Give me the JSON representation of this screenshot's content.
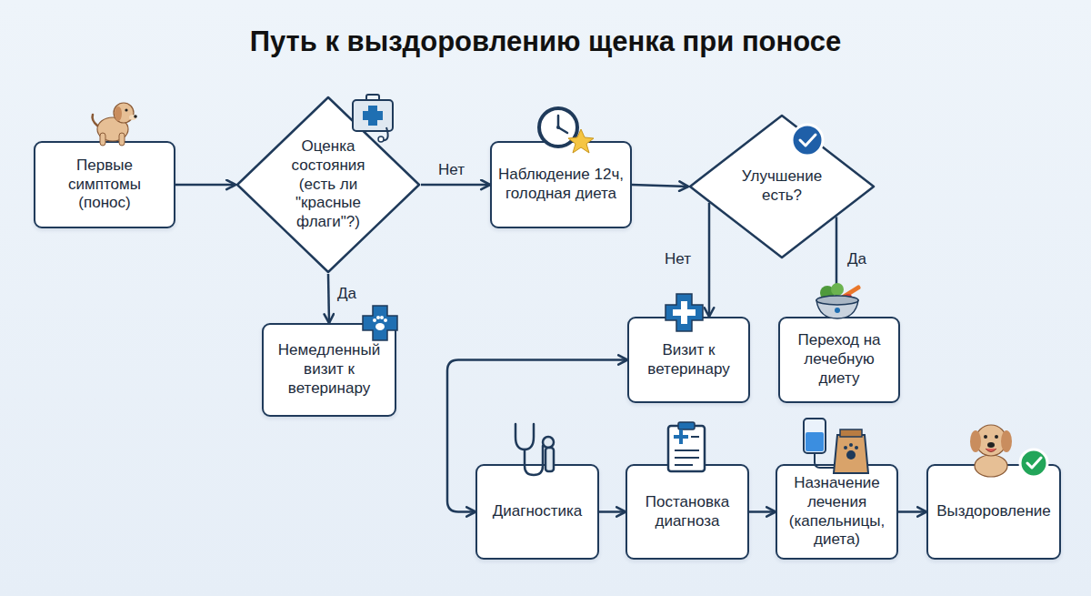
{
  "diagram": {
    "title": "Путь к выздоровлению щенка при поносе",
    "nodes": [
      {
        "text": [
          "Первые симптомы (понос)"
        ]
      },
      {
        "text": [
          "Оценка состояния (есть ли \"красные флаги\"?)"
        ]
      },
      {
        "text": [
          "Наблюдение 12ч, голодная диета"
        ]
      },
      {
        "text": [
          "Улучшение есть?"
        ]
      },
      {
        "text": [
          "Немедленный визит к ветеринару"
        ]
      },
      {
        "text": [
          "Визит к ветеринару"
        ]
      },
      {
        "text": [
          "Переход на лечебную диету"
        ]
      },
      {
        "text": [
          "Диагностика"
        ]
      },
      {
        "text": [
          "Постановка диагноза"
        ]
      },
      {
        "text": [
          "Назначение лечения (капельницы, диета)"
        ]
      },
      {
        "text": [
          "Выздоровление"
        ]
      }
    ],
    "edges": [
      {
        "from": 0,
        "to": 1,
        "arrow": "to"
      },
      {
        "from": 1,
        "to": 2,
        "label": "Нет",
        "arrow": "to"
      },
      {
        "from": 1,
        "to": 4,
        "label": "Да",
        "arrow": "to"
      },
      {
        "from": 2,
        "to": 3,
        "arrow": "to"
      },
      {
        "from": 3,
        "to": 5,
        "label": "Нет",
        "arrow": "to"
      },
      {
        "from": 3,
        "to": 6,
        "label": "Да",
        "arrow": "to"
      },
      {
        "from": 5,
        "to": 7,
        "arrow": "both"
      },
      {
        "from": 7,
        "to": 8,
        "arrow": "to"
      },
      {
        "from": 8,
        "to": 9,
        "arrow": "to"
      },
      {
        "from": 9,
        "to": 10,
        "arrow": "to"
      }
    ]
  }
}
